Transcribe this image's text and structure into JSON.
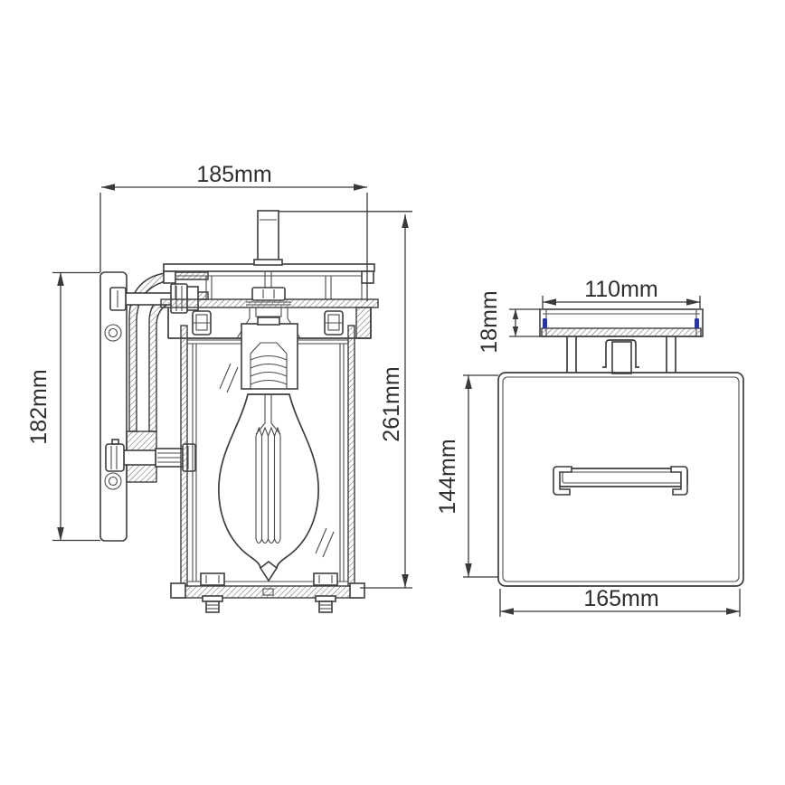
{
  "drawing": {
    "side_view": {
      "width_label": "185mm",
      "backplate_height_label": "182mm",
      "total_height_label": "261mm"
    },
    "top_view": {
      "bracket_width_label": "110mm",
      "bracket_depth_label": "18mm",
      "body_depth_label": "144mm",
      "body_width_label": "165mm"
    },
    "colors": {
      "line": "#3d3d3d",
      "text": "#2e2e2e",
      "accent_blue": "#2b35a0",
      "background": "#ffffff"
    }
  }
}
